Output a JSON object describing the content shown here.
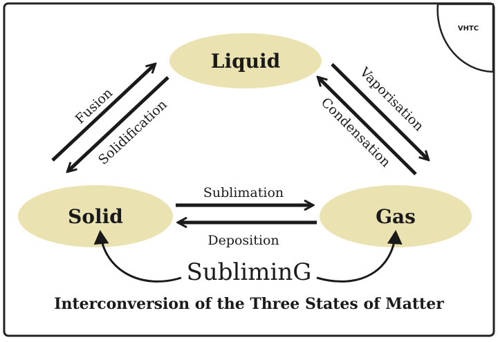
{
  "badge": "VHTC",
  "states": {
    "liquid": "Liquid",
    "solid": "Solid",
    "gas": "Gas"
  },
  "processes": {
    "fusion": "Fusion",
    "solidification": "Solidification",
    "vaporisation": "Vaporisation",
    "condensation": "Condensation",
    "sublimation": "Sublimation",
    "deposition": "Deposition"
  },
  "center_word": "SubliminG",
  "caption": "Interconversion of the Three States of Matter",
  "colors": {
    "node_fill": "#ebe2b2",
    "stroke": "#1a1a1a",
    "border": "#222222"
  }
}
